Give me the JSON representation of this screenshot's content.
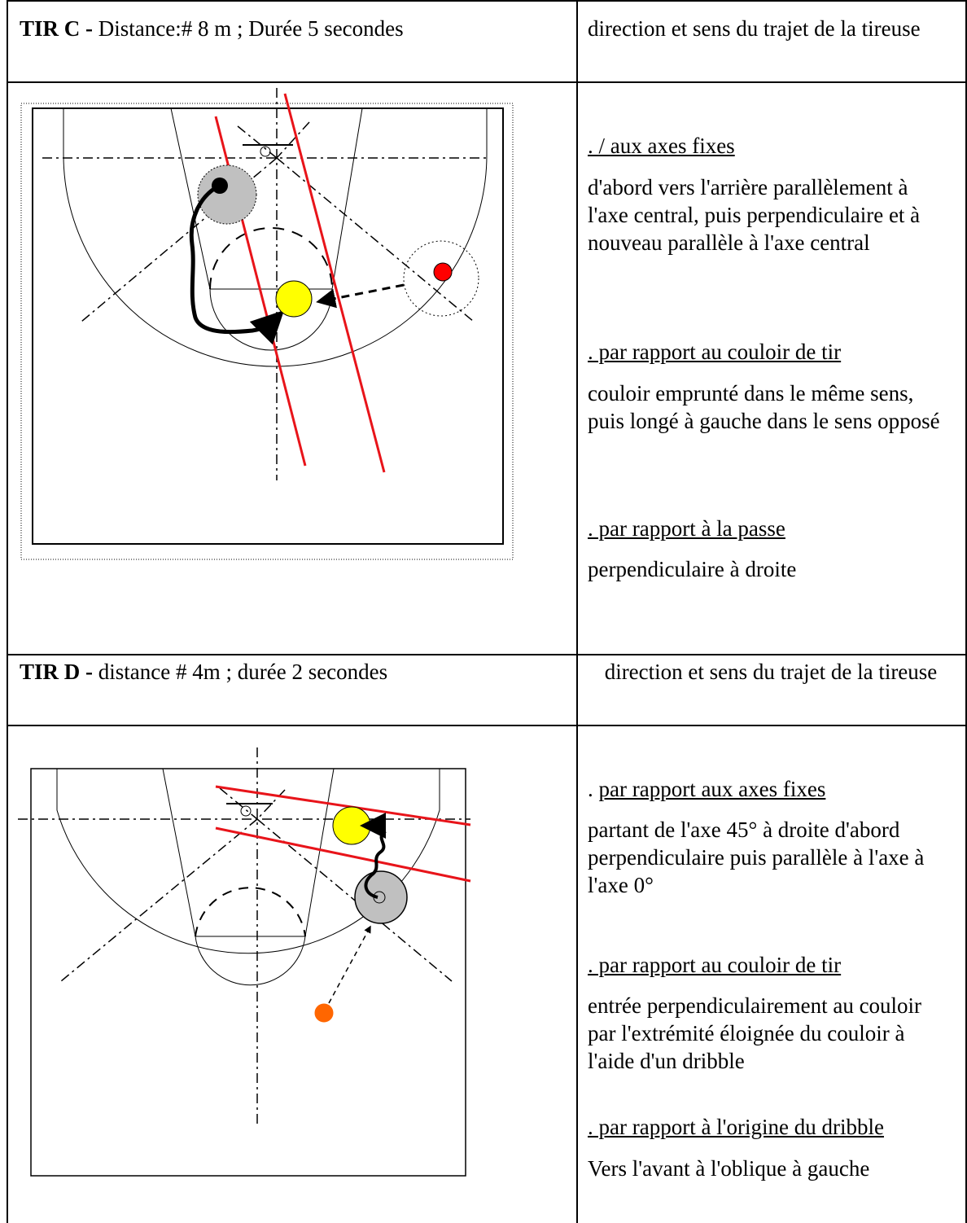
{
  "section_c": {
    "title_bold": "TIR C -",
    "title_rest": " Distance:# 8 m ; Durée 5 secondes",
    "right_header": "direction et sens du trajet de la tireuse",
    "items": [
      {
        "heading": ". / aux axes fixes",
        "text": "d'abord vers l'arrière parallèlement à l'axe central, puis perpendiculaire et à nouveau parallèle à l'axe central"
      },
      {
        "heading": ". par rapport au couloir de tir",
        "text": "couloir emprunté dans le même sens, puis longé à gauche dans le sens opposé"
      },
      {
        "heading": ". par rapport à la passe",
        "text": "perpendiculaire  à droite"
      }
    ]
  },
  "section_d": {
    "title_bold": "TIR D -",
    "title_rest": " distance # 4m ; durée 2 secondes",
    "right_header": "direction et sens du trajet de la tireuse",
    "items": [
      {
        "prefix": ". ",
        "heading": "par rapport aux axes fixes",
        "text": "partant de l'axe 45° à droite d'abord perpendiculaire puis parallèle à l'axe à l'axe 0°"
      },
      {
        "prefix": "",
        "heading": ". par rapport au couloir de tir",
        "text": "entrée perpendiculairement au couloir par l'extrémité éloignée du couloir à l'aide d'un dribble"
      },
      {
        "prefix": "",
        "heading": ". par rapport à l'origine du dribble",
        "text": "Vers l'avant à l'oblique à gauche"
      }
    ]
  },
  "colors": {
    "corridor": "#e8141a",
    "ball": "#ffff00",
    "shooter_zone": "#c0c0c0",
    "passer_c": "#ff0000",
    "passer_d": "#ff6600"
  }
}
